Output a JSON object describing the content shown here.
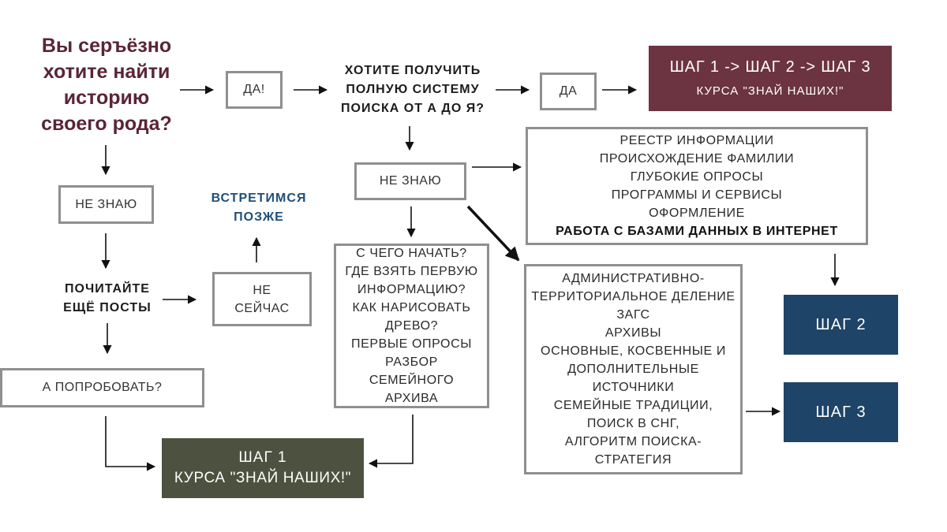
{
  "question_main": [
    "Вы серъёзно",
    "хотите найти",
    "историю",
    "своего рода?"
  ],
  "yes_box": "ДА!",
  "question_system": [
    "ХОТИТЕ ПОЛУЧИТЬ",
    "ПОЛНУЮ СИСТЕМУ",
    "ПОИСКА ОТ А ДО Я?"
  ],
  "yes_box_2": "ДА",
  "steps_all": {
    "line1": "ШАГ 1 -> ШАГ 2 -> ШАГ 3",
    "line2": "КУРСА \"ЗНАЙ НАШИХ!\""
  },
  "dont_know_left": "НЕ ЗНАЮ",
  "see_later": [
    "ВСТРЕТИМСЯ",
    "ПОЗЖЕ"
  ],
  "read_posts": [
    "ПОЧИТАЙТЕ",
    "ЕЩЁ ПОСТЫ"
  ],
  "not_now": [
    "НЕ",
    "СЕЙЧАС"
  ],
  "try_it": "А ПОПРОБОВАТЬ?",
  "step1_box": {
    "line1": "ШАГ 1",
    "line2": "КУРСА \"ЗНАЙ НАШИХ!\""
  },
  "dont_know_mid": "НЕ ЗНАЮ",
  "step1_topics": [
    "С ЧЕГО НАЧАТЬ?",
    "ГДЕ ВЗЯТЬ ПЕРВУЮ",
    "ИНФОРМАЦИЮ?",
    "КАК НАРИСОВАТЬ",
    "ДРЕВО?",
    "ПЕРВЫЕ ОПРОСЫ",
    "РАЗБОР",
    "СЕМЕЙНОГО",
    "АРХИВА"
  ],
  "step2_topics": [
    "РЕЕСТР ИНФОРМАЦИИ",
    "ПРОИСХОЖДЕНИЕ ФАМИЛИИ",
    "ГЛУБОКИЕ ОПРОСЫ",
    "ПРОГРАММЫ И СЕРВИСЫ",
    "ОФОРМЛЕНИЕ"
  ],
  "step2_topics_bold": "РАБОТА С БАЗАМИ ДАННЫХ В ИНТЕРНЕТ",
  "step3_topics": [
    "АДМИНИСТРАТИВНО-",
    "ТЕРРИТОРИАЛЬНОЕ ДЕЛЕНИЕ",
    "ЗАГС",
    "АРХИВЫ",
    "ОСНОВНЫЕ, КОСВЕННЫЕ И",
    "ДОПОЛНИТЕЛЬНЫЕ",
    "ИСТОЧНИКИ",
    "СЕМЕЙНЫЕ ТРАДИЦИИ,",
    "ПОИСК В СНГ,",
    "АЛГОРИТМ ПОИСКА-",
    "СТРАТЕГИЯ"
  ],
  "step2_box": "ШАГ 2",
  "step3_box": "ШАГ 3",
  "colors": {
    "maroon": "#6b3440",
    "olive": "#4c523f",
    "navy": "#1e4468",
    "question": "#5a2535",
    "blue_text": "#1f4e79",
    "border": "#8f8f8f"
  }
}
